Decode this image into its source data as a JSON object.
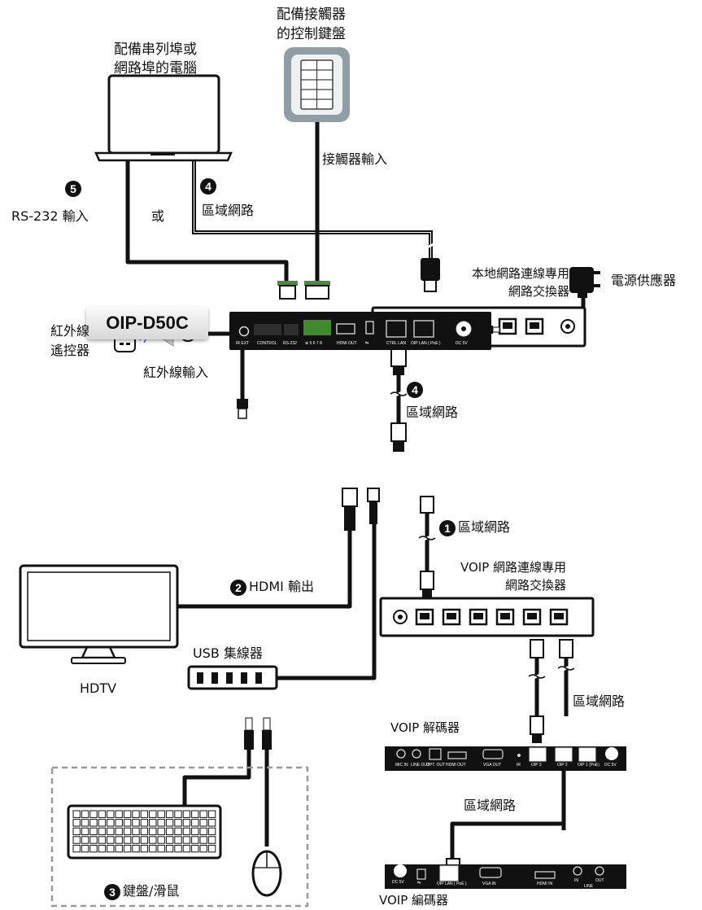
{
  "product_label": "OIP-D50C",
  "labels": {
    "contact_keypad": "配備接觸器\n的控制鍵盤",
    "pc": "配備串列埠或\n網路埠的電腦",
    "contact_input": "接觸器輸入",
    "rs232_input": "RS-232 輸入",
    "or": "或",
    "lan_top": "區域網路",
    "local_switch": "本地網路連線專用\n網路交換器",
    "ir_remote": "紅外線\n遙控器",
    "ir_input": "紅外線輸入",
    "lan_mid": "區域網路",
    "power_supply": "電源供應器",
    "lan_1": "區域網路",
    "voip_switch": "VOIP 網路連線專用\n網路交換器",
    "hdmi_out": "HDMI 輸出",
    "hdtv": "HDTV",
    "usb_hub": "USB 集線器",
    "lan_right": "區域網路",
    "voip_decoder": "VOIP 解碼器",
    "lan_bottom": "區域網路",
    "voip_encoder": "VOIP 編碼器",
    "keyboard_mouse": "鍵盤/滑鼠"
  },
  "badges": {
    "b1": "1",
    "b2": "2",
    "b3": "3",
    "b4a": "4",
    "b4b": "4",
    "b5": "5"
  },
  "device_ports": {
    "ir_ext": "IR EXT",
    "control": "CONTROL",
    "rs232": "RS-232",
    "control_pins": "⊕ 5 6 7 8",
    "hdmi_out": "HDMI OUT",
    "usb": "⇆",
    "ctrl_lan": "CTRL LAN",
    "oip_lan": "OIP LAN ( PoE )",
    "dc": "DC 5V"
  },
  "decoder_ports": {
    "mic": "MIC IN",
    "line": "LINE OUT",
    "opt": "OPT. OUT",
    "hdmi": "HDMI OUT",
    "vga": "VGA OUT",
    "ir": "IR",
    "oip3": "OIP 3",
    "oip2": "OIP 2",
    "oip1": "OIP 1 (PoE)",
    "dc": "DC 5V"
  },
  "encoder_ports": {
    "dc": "DC 5V",
    "usb": "⇆",
    "oip": "OIP LAN ( PoE )",
    "vga": "VGA IN",
    "hdmi": "HDMI IN",
    "in": "IN",
    "out": "OUT",
    "line": "LINE"
  }
}
